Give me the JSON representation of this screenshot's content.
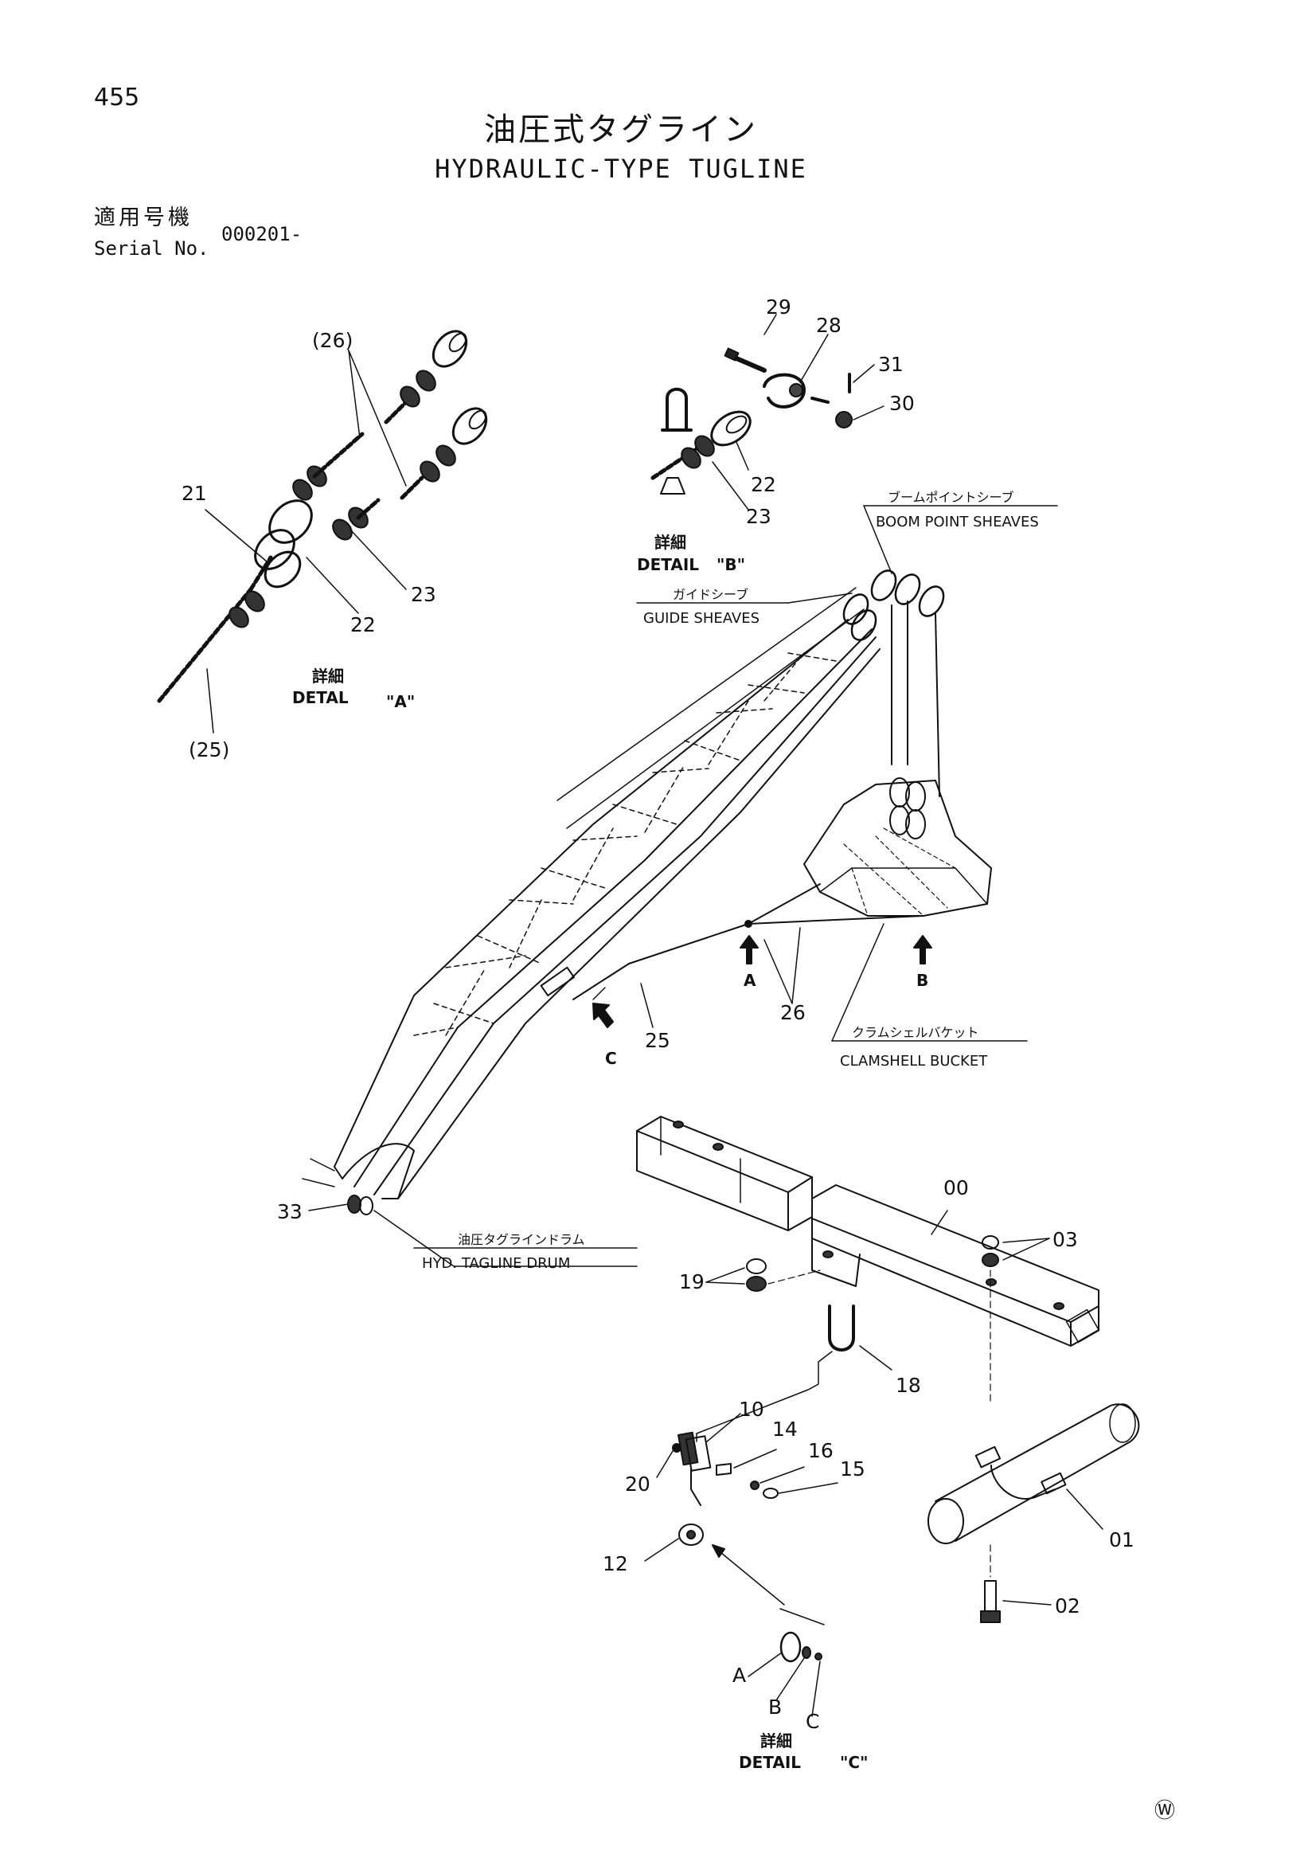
{
  "header": {
    "page_number": "455",
    "title_jp": "油圧式タグライン",
    "title_en": "HYDRAULIC-TYPE TUGLINE",
    "serial_label_jp": "適用号機",
    "serial_label_en": "Serial No.",
    "serial_value": "000201-"
  },
  "captions": {
    "boom_point_sheaves_jp": "ブームポイントシーブ",
    "boom_point_sheaves_en": "BOOM POINT SHEAVES",
    "guide_sheaves_jp": "ガイドシーブ",
    "guide_sheaves_en": "GUIDE SHEAVES",
    "clamshell_bucket_jp": "クラムシェルバケット",
    "clamshell_bucket_en": "CLAMSHELL BUCKET",
    "tagline_drum_jp": "油圧タグラインドラム",
    "tagline_drum_en": "HYD. TAGLINE DRUM"
  },
  "details": {
    "a_jp": "詳細",
    "a_en": "DETAL",
    "a_mark": "\"A\"",
    "b_jp": "詳細",
    "b_en": "DETAIL",
    "b_mark": "\"B\"",
    "c_jp": "詳細",
    "c_en": "DETAIL",
    "c_mark": "\"C\""
  },
  "part_numbers": {
    "p26_paren": "(26)",
    "p21": "21",
    "p23a": "23",
    "p22a": "22",
    "p25_paren": "(25)",
    "p29": "29",
    "p28": "28",
    "p31": "31",
    "p30": "30",
    "p22b": "22",
    "p23b": "23",
    "p25": "25",
    "p26": "26",
    "p33": "33",
    "p00": "00",
    "p03": "03",
    "p19": "19",
    "p18": "18",
    "p10": "10",
    "p14": "14",
    "p16": "16",
    "p15": "15",
    "p20": "20",
    "p12": "12",
    "p01": "01",
    "p02": "02"
  },
  "view_arrows": {
    "a": "A",
    "b": "B",
    "c": "C"
  },
  "detail_c_letters": {
    "a": "A",
    "b": "B",
    "c": "C"
  },
  "footer_mark": "Ⓦ"
}
